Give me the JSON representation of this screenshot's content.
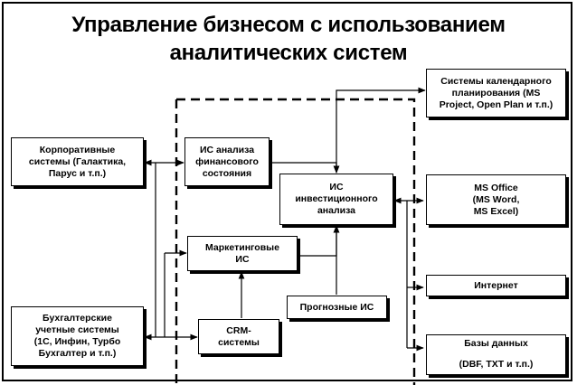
{
  "title": {
    "line1": "Управление бизнесом с использованием",
    "line2": "аналитических систем"
  },
  "boxes": {
    "corporate": "Корпоративные\nсистемы (Галактика,\nПарус и т.п.)",
    "accounting": "Бухгалтерские\nучетные системы\n(1С, Инфин, Турбо\nБухгалтер и т.п.)",
    "financial": "ИС анализа\nфинансового\nсостояния",
    "marketing": "Маркетинговые\nИС",
    "crm": "CRM-\nсистемы",
    "investment": "ИС\nинвестиционного\nанализа",
    "forecast": "Прогнозные ИС",
    "calendar": "Системы календарного\nпланирования (MS\nProject, Open Plan и т.п.)",
    "office": "MS Office\n(MS Word,\nMS Excel)",
    "internet": "Интернет",
    "databases_title": "Базы данных",
    "databases_sub": "(DBF, TXT и т.п.)"
  }
}
